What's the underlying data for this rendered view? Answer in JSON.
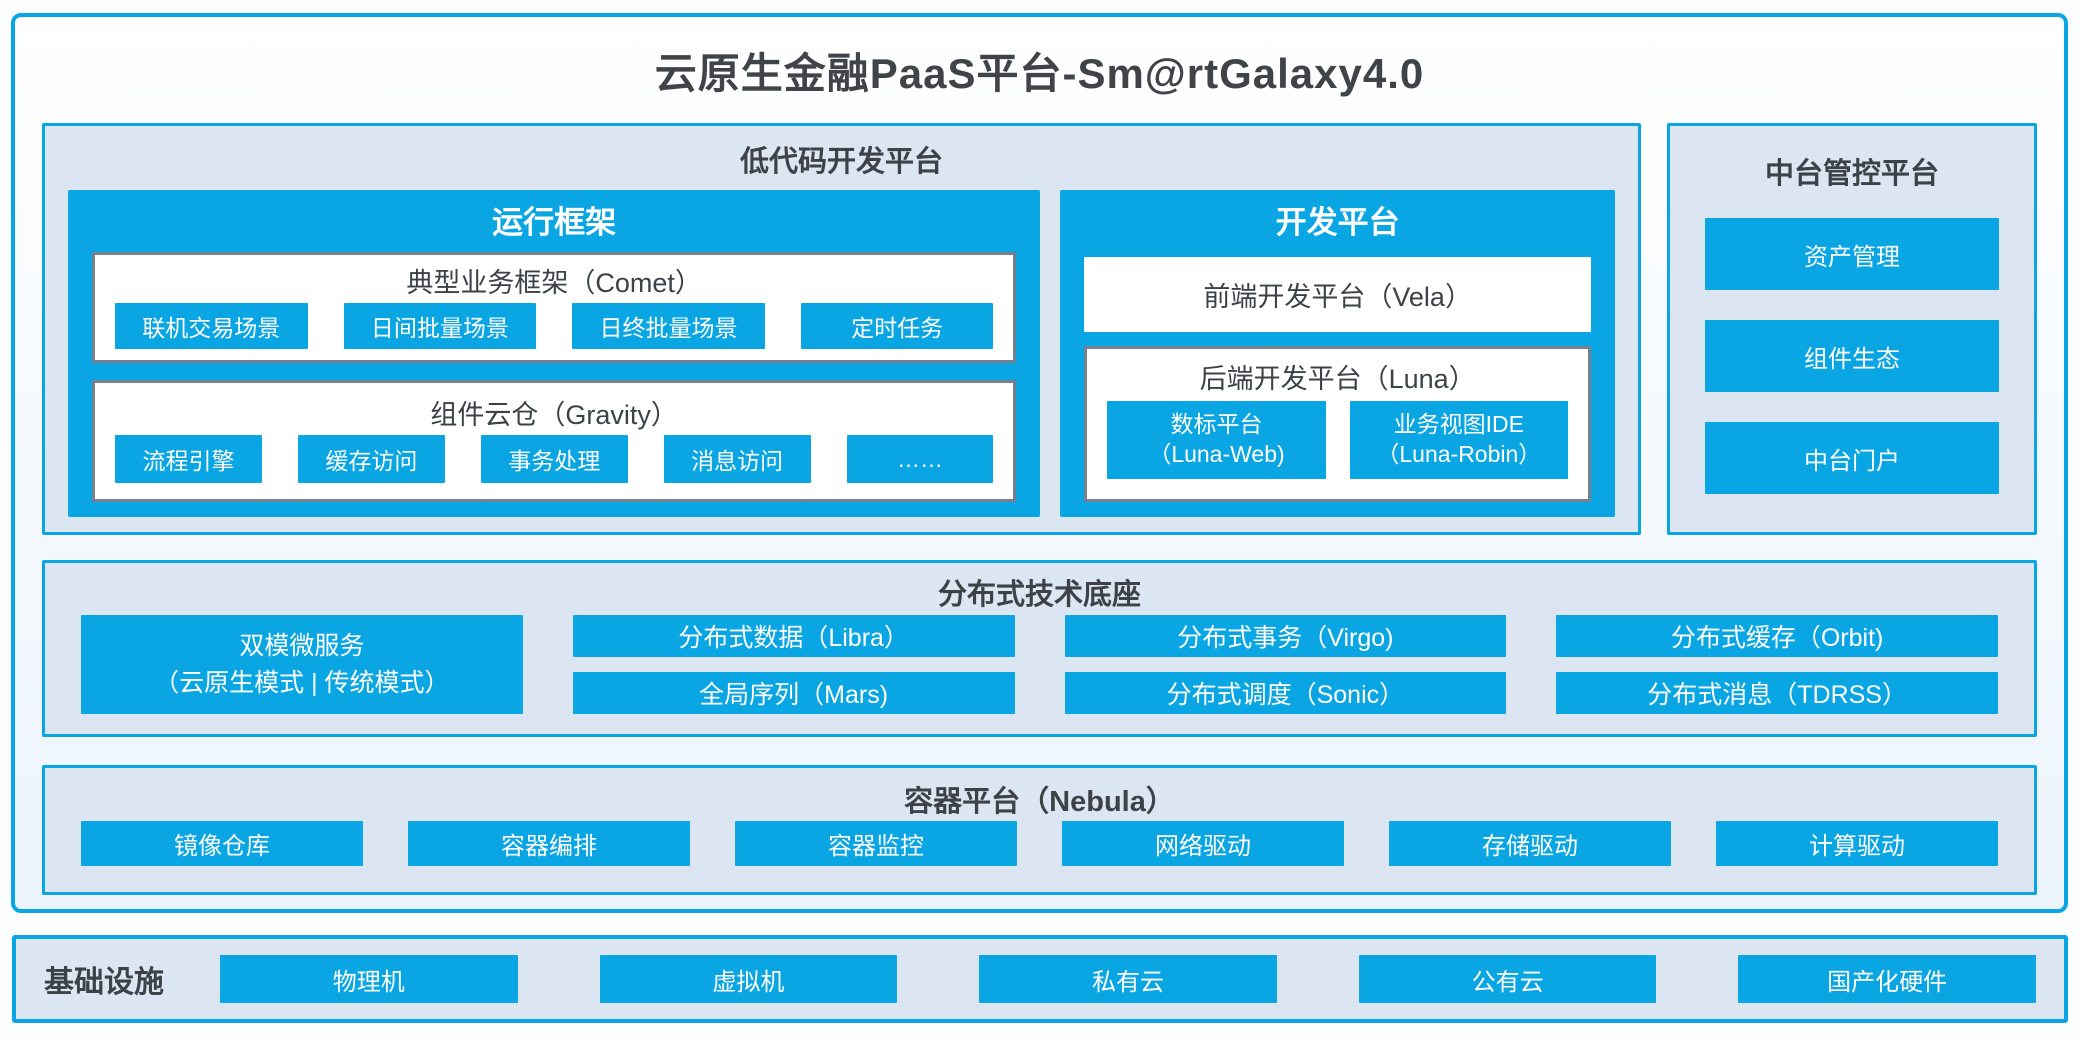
{
  "title": "云原生金融PaaS平台-Sm@rtGalaxy4.0",
  "colors": {
    "accent": "#0aa6e3",
    "panel_bg": "#dce6f2",
    "border_gray": "#76818d",
    "text_dark": "#3c4247"
  },
  "lowcode": {
    "title": "低代码开发平台",
    "runtime": {
      "header": "运行框架",
      "comet_title": "典型业务框架（Comet）",
      "comet_items": [
        "联机交易场景",
        "日间批量场景",
        "日终批量场景",
        "定时任务"
      ],
      "gravity_title": "组件云仓（Gravity）",
      "gravity_items": [
        "流程引擎",
        "缓存访问",
        "事务处理",
        "消息访问",
        "……"
      ]
    },
    "dev": {
      "header": "开发平台",
      "vela": "前端开发平台（Vela）",
      "luna_title": "后端开发平台（Luna）",
      "luna_items": [
        {
          "line1": "数标平台",
          "line2": "（Luna-Web)"
        },
        {
          "line1": "业务视图IDE",
          "line2": "（Luna-Robin）"
        }
      ]
    }
  },
  "mid_platform": {
    "title": "中台管控平台",
    "items": [
      "资产管理",
      "组件生态",
      "中台门户"
    ]
  },
  "distributed": {
    "title": "分布式技术底座",
    "dual_mode": {
      "line1": "双模微服务",
      "line2": "（云原生模式 | 传统模式）"
    },
    "row1": [
      "分布式数据（Libra）",
      "分布式事务（Virgo)",
      "分布式缓存（Orbit)"
    ],
    "row2": [
      "全局序列（Mars)",
      "分布式调度（Sonic）",
      "分布式消息（TDRSS）"
    ]
  },
  "container_platform": {
    "title": "容器平台（Nebula）",
    "items": [
      "镜像仓库",
      "容器编排",
      "容器监控",
      "网络驱动",
      "存储驱动",
      "计算驱动"
    ]
  },
  "infrastructure": {
    "label": "基础设施",
    "items": [
      "物理机",
      "虚拟机",
      "私有云",
      "公有云",
      "国产化硬件"
    ]
  }
}
